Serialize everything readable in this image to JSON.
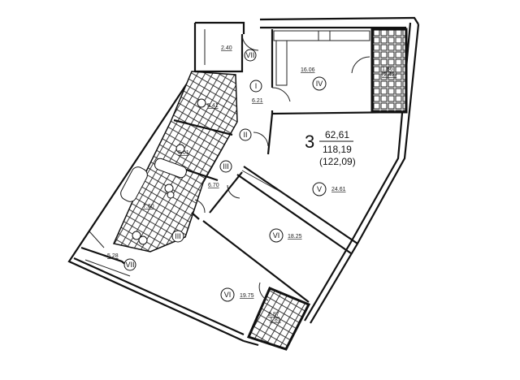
{
  "apartment": {
    "rooms_count": "3",
    "living_area": "62,61",
    "total_area": "118,19",
    "total_area_with_balconies": "(122,09)"
  },
  "rooms": [
    {
      "id": "VII",
      "area": "2.40"
    },
    {
      "id": "I",
      "area": "6.21"
    },
    {
      "id": "IV",
      "area": "16.06"
    },
    {
      "id": "II",
      "area": "5.41"
    },
    {
      "id": "III",
      "area": "5.01"
    },
    {
      "id": "III",
      "area": "6.70"
    },
    {
      "id": "III",
      "area": "7.60"
    },
    {
      "id": "V",
      "area": "24.61"
    },
    {
      "id": "VI",
      "area": "18.25"
    },
    {
      "id": "VI",
      "area": "19.75"
    },
    {
      "id": "VII",
      "area": "5.28"
    }
  ],
  "balconies": [
    {
      "area": "1.86",
      "area2": "(2.42)"
    },
    {
      "area": "2.87",
      "area2": "1.81"
    }
  ]
}
